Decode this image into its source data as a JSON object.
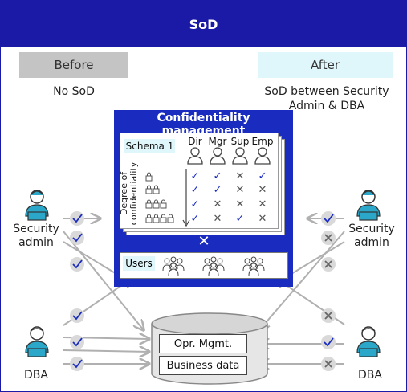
{
  "title": "SoD",
  "before": {
    "label": "Before",
    "caption": "No SoD"
  },
  "after": {
    "label": "After",
    "caption_line1": "SoD between Security",
    "caption_line2": "Admin & DBA"
  },
  "confidentiality": {
    "title": "Confidentiality management",
    "schema_label": "Schema 1",
    "columns": [
      "Dir",
      "Mgr",
      "Sup",
      "Emp"
    ],
    "axis_label_line1": "Degree of",
    "axis_label_line2": "confidentiality",
    "rows": [
      [
        "check",
        "check",
        "cross",
        "check"
      ],
      [
        "check",
        "check",
        "cross",
        "cross"
      ],
      [
        "check",
        "cross",
        "cross",
        "cross"
      ],
      [
        "check",
        "cross",
        "check",
        "cross"
      ]
    ],
    "combine_symbol": "✕",
    "users_label": "Users"
  },
  "database": {
    "item1": "Opr. Mgmt.",
    "item2": "Business data"
  },
  "roles": {
    "left_security_line1": "Security",
    "left_security_line2": "admin",
    "left_dba": "DBA",
    "right_security_line1": "Security",
    "right_security_line2": "admin",
    "right_dba": "DBA"
  },
  "colors": {
    "brand": "#1a1aa6",
    "panel": "#1a2cbf",
    "check": "#1a2cbf",
    "person": "#2aa7c9",
    "arrow": "#b0b0b0",
    "badge": "#d9d9d9"
  }
}
